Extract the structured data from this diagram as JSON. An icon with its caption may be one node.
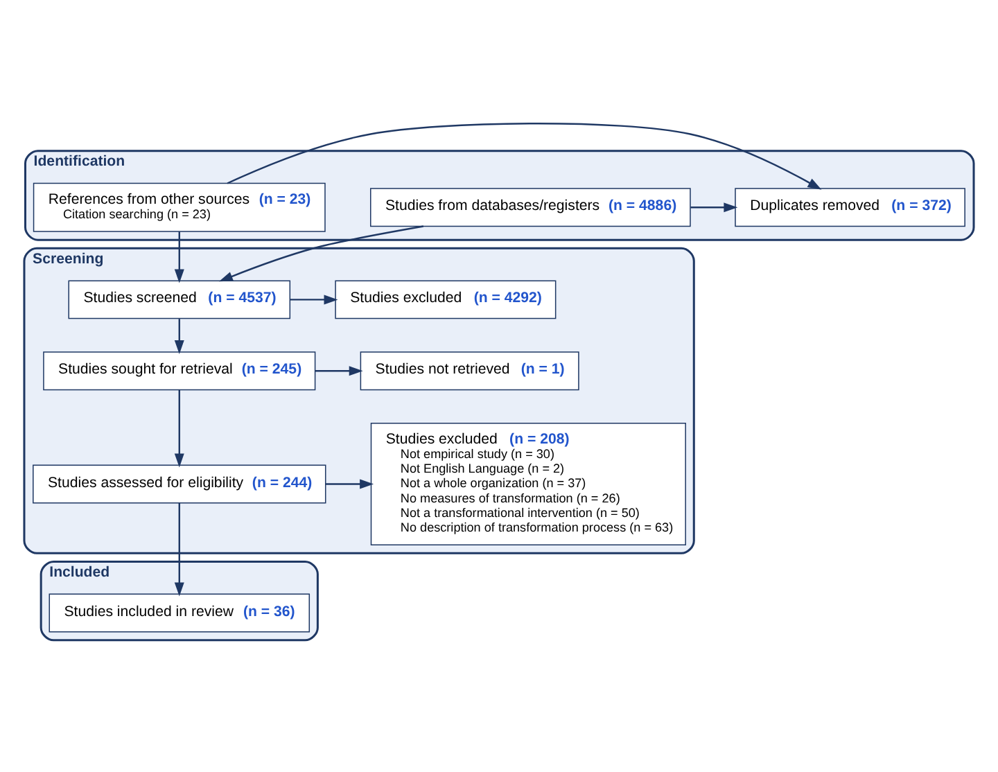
{
  "diagram": {
    "nodes": [
      {
        "text": [
          "Identification"
        ]
      },
      {
        "text": [
          "Studies from databases/registers **(n = 4886)**"
        ],
        "in": 0
      },
      {
        "text": [
          "References from other sources **(n = 23)**",
          "Citation searching (n = 23)"
        ],
        "in": 0
      },
      {
        "text": [
          "Duplicates removed **(n = 372)**"
        ],
        "in": 0
      },
      {
        "text": [
          "Screening"
        ]
      },
      {
        "text": [
          "Studies screened **(n = 4537)**"
        ],
        "in": 4
      },
      {
        "text": [
          "Studies excluded **(n = 4292)**"
        ],
        "in": 4
      },
      {
        "text": [
          "Studies sought for retrieval **(n = 245)**"
        ],
        "in": 4
      },
      {
        "text": [
          "Studies not retrieved **(n = 1)**"
        ],
        "in": 4
      },
      {
        "text": [
          "Studies assessed for eligibility **(n = 244)**"
        ],
        "in": 4
      },
      {
        "text": [
          "Studies excluded **(n = 208)**",
          "Not empirical study (n = 30)",
          "Not English Language (n = 2)",
          "Not a whole organization (n = 37)",
          "No measures of transformation (n = 26)",
          "Not a transformational intervention (n = 50)",
          "No description of transformation process (n = 63)"
        ],
        "in": 4
      },
      {
        "text": [
          "Included"
        ]
      },
      {
        "text": [
          "Studies included in review **(n = 36)**"
        ],
        "in": 11
      }
    ],
    "edges": [
      {
        "from": 1,
        "to": 5,
        "arrow": "to"
      },
      {
        "from": 2,
        "to": 5,
        "arrow": "to"
      },
      {
        "from": 1,
        "to": 3,
        "arrow": "to"
      },
      {
        "from": 2,
        "to": 3,
        "arrow": "to"
      },
      {
        "from": 5,
        "to": 6,
        "arrow": "to"
      },
      {
        "from": 5,
        "to": 7,
        "arrow": "to"
      },
      {
        "from": 7,
        "to": 8,
        "arrow": "to"
      },
      {
        "from": 7,
        "to": 9,
        "arrow": "to"
      },
      {
        "from": 9,
        "to": 10,
        "arrow": "to"
      },
      {
        "from": 9,
        "to": 12,
        "arrow": "to"
      }
    ]
  }
}
